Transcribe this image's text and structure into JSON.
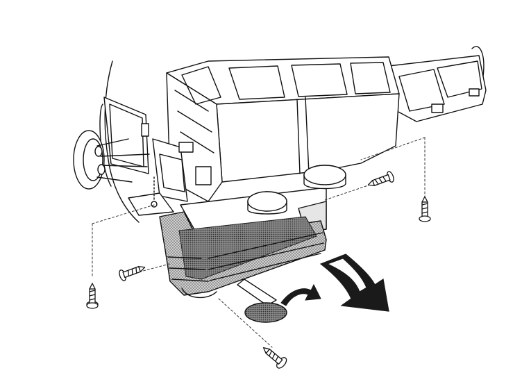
{
  "diagram": {
    "line_color": "#111111",
    "fill_color": "#ffffff",
    "shade_color": "#9a9a9a",
    "arrow_color": "#1a1a1a",
    "screws": [
      {
        "name": "screw-left-vertical",
        "icon": "screw-icon"
      },
      {
        "name": "screw-left-horizontal",
        "icon": "screw-icon"
      },
      {
        "name": "screw-right-horizontal",
        "icon": "screw-icon"
      },
      {
        "name": "screw-right-vertical",
        "icon": "screw-icon"
      },
      {
        "name": "screw-bottom",
        "icon": "screw-icon"
      }
    ],
    "arrows": [
      {
        "name": "curved-arrow-small",
        "icon": "curved-arrow-icon"
      },
      {
        "name": "removal-direction-arrow",
        "icon": "large-curved-arrow-icon"
      }
    ]
  }
}
